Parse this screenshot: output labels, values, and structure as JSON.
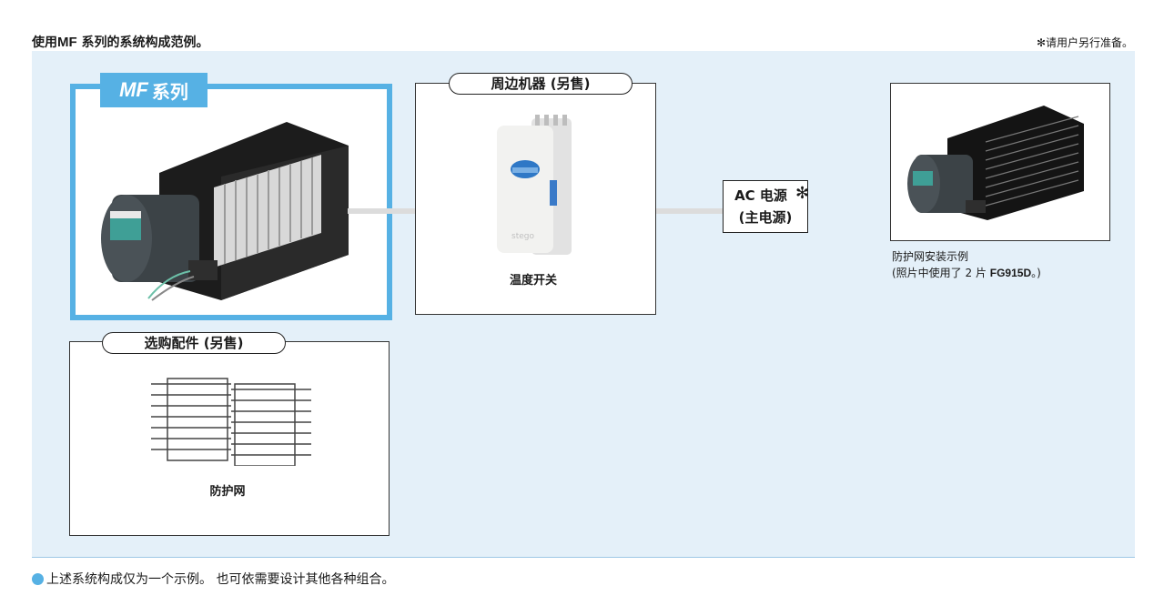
{
  "header": {
    "title_prefix": "使用",
    "title_model": "MF",
    "title_suffix": "系列的系统构成范例。",
    "note": "✻请用户另行准备。"
  },
  "mf_series": {
    "label_model": "MF",
    "label_suffix": "系列"
  },
  "peripherals": {
    "heading": "周边机器 (另售)",
    "thermostat_label": "温度开关"
  },
  "accessories": {
    "heading": "选购配件 (另售)",
    "guard_label": "防护网"
  },
  "power": {
    "line1": "AC 电源",
    "asterisk": "✻",
    "line2": "(主电源)"
  },
  "example_photo": {
    "caption_line1": "防护网安装示例",
    "caption_line2_prefix": "(照片中使用了 2 片 ",
    "caption_model": "FG915D",
    "caption_line2_suffix": "。)"
  },
  "footer": {
    "text": "上述系统构成仅为一个示例。 也可依需要设计其他各种组合。"
  },
  "colors": {
    "accent_blue": "#56b1e4",
    "panel_bg": "#e4f0f9"
  }
}
